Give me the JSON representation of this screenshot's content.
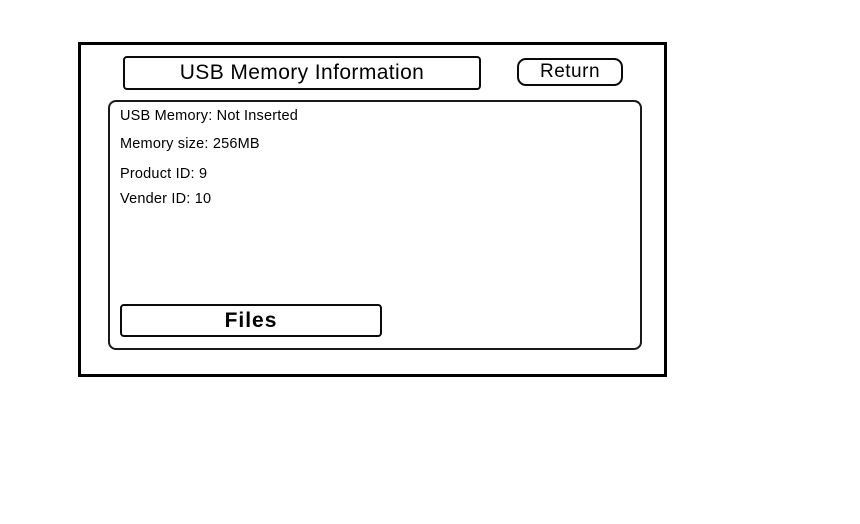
{
  "window": {
    "title": "USB Memory Information",
    "return_label": "Return",
    "files_label": "Files",
    "info": {
      "lines": [
        "USB Memory: Not Inserted",
        "Memory size: 256MB",
        "Product ID: 9",
        "Vender ID: 10"
      ]
    }
  },
  "colors": {
    "border": "#000000",
    "text": "#000000",
    "background": "#ffffff"
  }
}
